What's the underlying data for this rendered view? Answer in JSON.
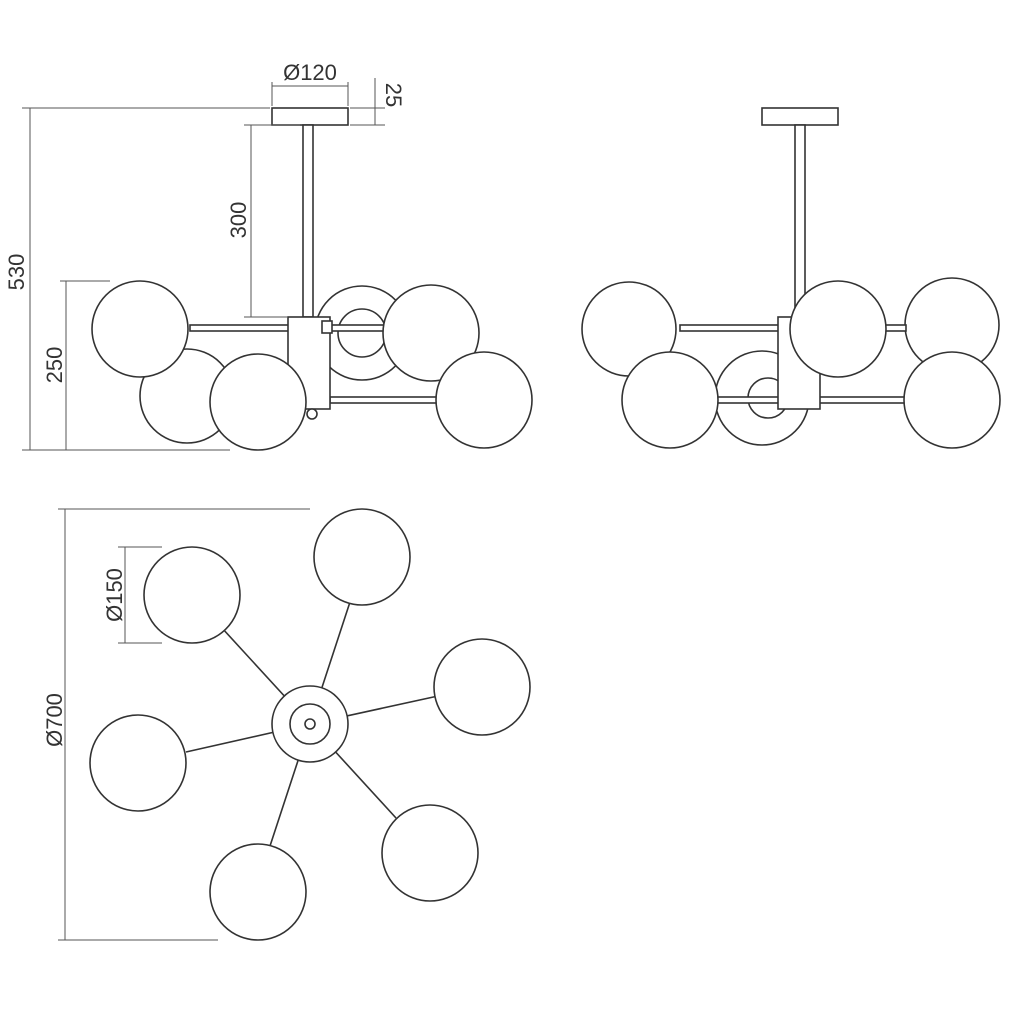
{
  "dimensions": {
    "canopy_diameter": "Ø120",
    "canopy_height": "25",
    "rod_length": "300",
    "total_height": "530",
    "body_height": "250",
    "globe_diameter": "Ø150",
    "overall_diameter": "Ø700"
  },
  "colors": {
    "line": "#333333",
    "background": "#ffffff"
  }
}
